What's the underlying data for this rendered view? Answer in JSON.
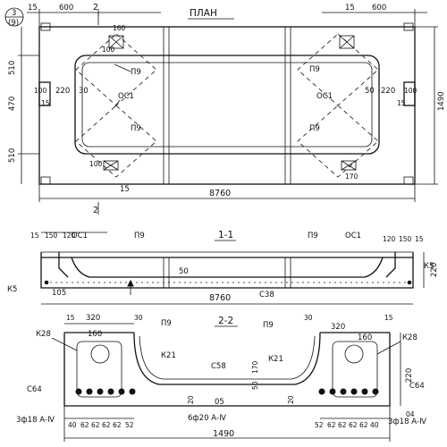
{
  "sheet": {
    "plan_title": "ПЛАН",
    "section_1_title": "1-1",
    "section_2_title": "2-2",
    "callout_top": "3",
    "callout_bottom": "(9)",
    "section_2_marker": "2"
  },
  "plan_view": {
    "length_overall": "8760",
    "width_overall": "1490",
    "end_part_left": "600",
    "end_part_right": "600",
    "edge_top_left": "15",
    "edge_top_right": "15",
    "edge_bottom": "15",
    "left_dims": [
      "510",
      "470",
      "510"
    ],
    "lug_width_left": "100",
    "lug_width_right": "100",
    "lug_edge_left": "15",
    "lug_edge_right": "15",
    "lug_depth_left": "220",
    "lug_depth_right": "220",
    "inset_left": "30",
    "inset_right": "50",
    "top_insert_160": "160",
    "top_insert_100": "100",
    "bottom_insert_100": "100",
    "bottom_insert_170": "170",
    "labels": {
      "p9": "П9",
      "oc1": "ОС1"
    }
  },
  "section_1_1": {
    "length": "8760",
    "height": "220",
    "dim_15": "15",
    "dim_150": "150",
    "dim_120": "120",
    "dim_105": "105",
    "dim_50": "50",
    "labels": {
      "oc1": "ОС1",
      "p9": "П9",
      "k5": "К5",
      "c38": "С38"
    }
  },
  "section_2_2": {
    "width": "1490",
    "height": "220",
    "dim_15": "15",
    "dim_320": "320",
    "dim_160": "160",
    "dim_30": "30",
    "dim_05": "05",
    "dim_50": "50",
    "dim_170": "170",
    "dim_20": "20",
    "dim_04": "04",
    "spacing": [
      "40",
      "62",
      "62",
      "62",
      "62",
      "52"
    ],
    "reinforcement_main": "6ф20 А-Ⅳ",
    "reinforcement_left": "3ф18 А-Ⅳ",
    "reinforcement_right": "3ф18 А-Ⅳ",
    "labels": {
      "k28": "К28",
      "p9": "П9",
      "k21": "К21",
      "c58": "С58",
      "c64": "С64"
    }
  }
}
